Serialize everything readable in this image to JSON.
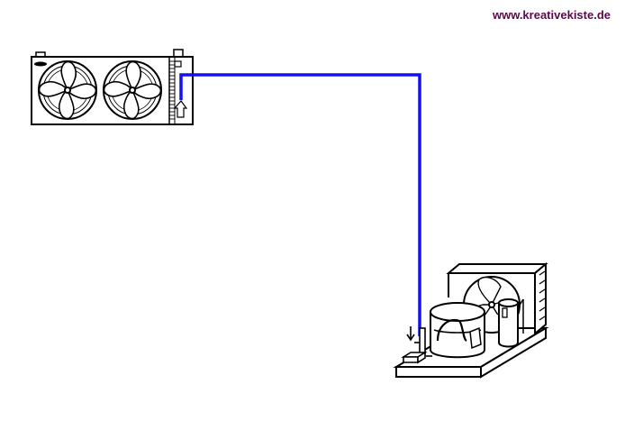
{
  "header": {
    "site_url": "www.kreativekiste.de"
  },
  "colors": {
    "site_url": "#5a0a4a",
    "pipe": "#1212ee",
    "line": "#000000",
    "fill": "#ffffff"
  },
  "components": [
    {
      "name": "evaporator-fan-unit",
      "icon": "twin-fan-evaporator-icon"
    },
    {
      "name": "condensing-unit",
      "icon": "compressor-condenser-icon"
    },
    {
      "name": "refrigerant-line",
      "icon": "pipe-line-icon"
    }
  ]
}
